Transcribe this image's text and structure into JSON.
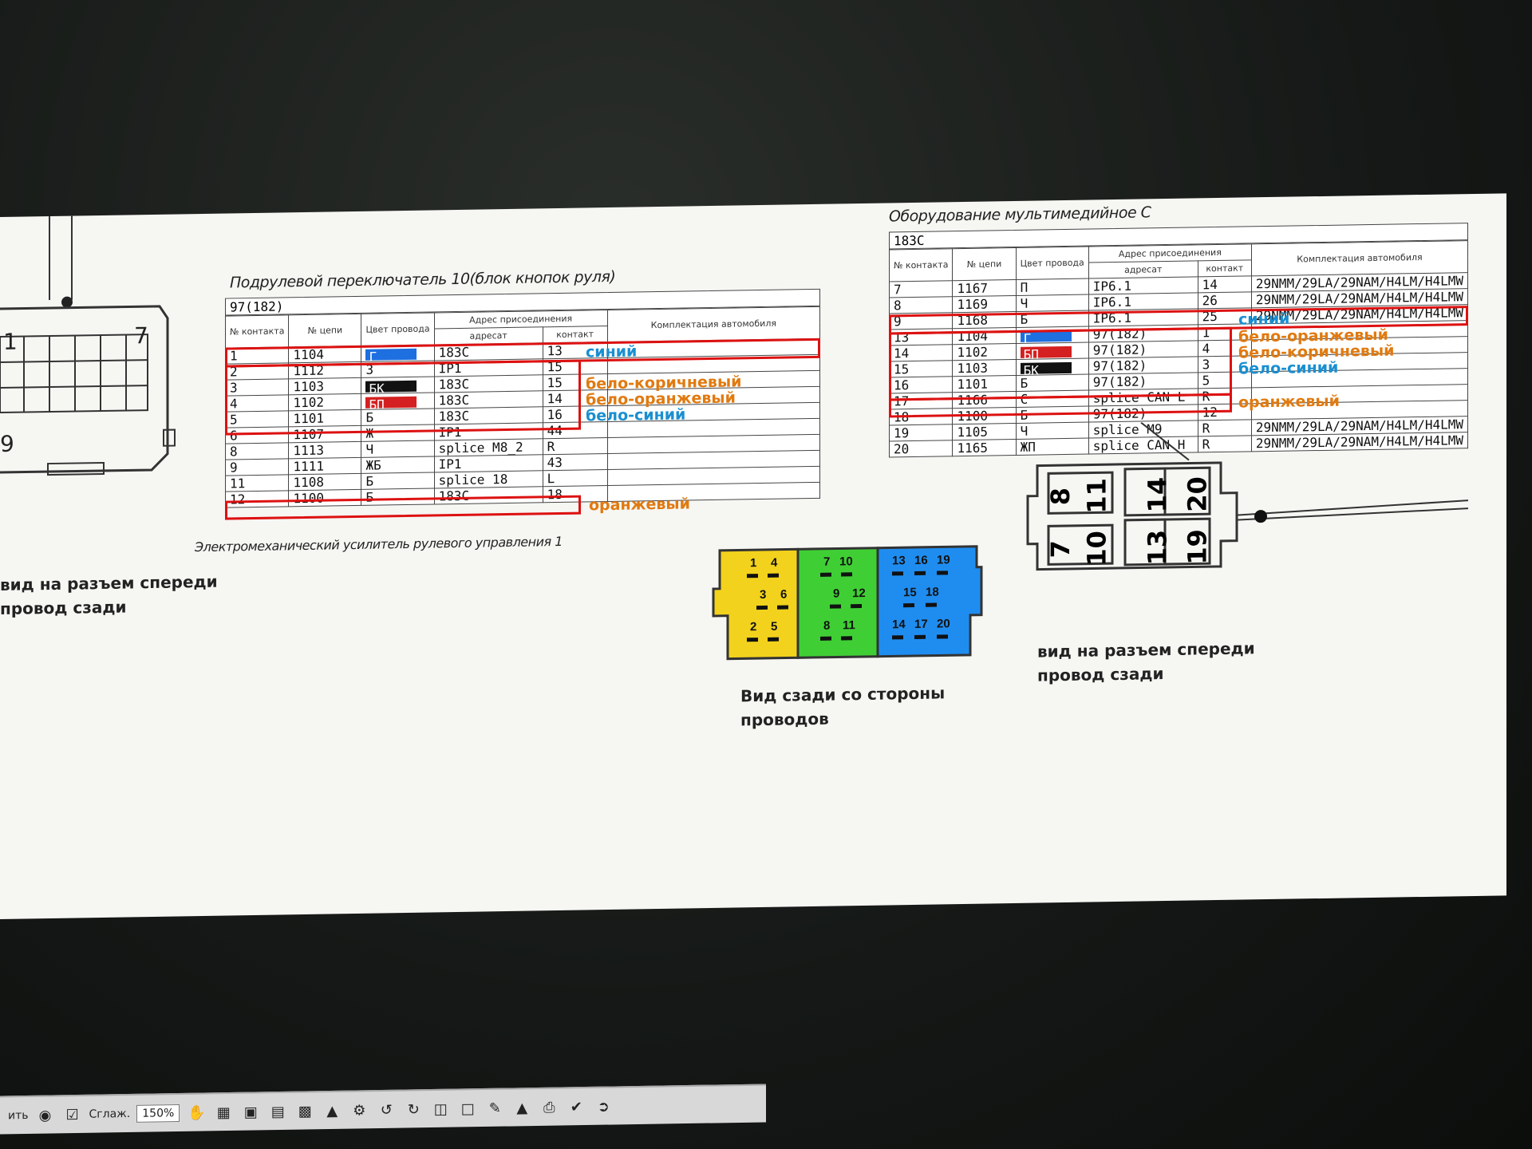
{
  "left_title": "Подрулевой переключатель 10(блок кнопок руля)",
  "left_header": "97(182)",
  "right_title": "Оборудование мультимедийное С",
  "right_header": "183C",
  "columns": {
    "contact": "№ контакта",
    "circuit": "№ цепи",
    "color": "Цвет провода",
    "address": "Адрес присоединения",
    "dest": "адресат",
    "pin": "контакт",
    "config": "Комплектация автомобиля"
  },
  "left_rows": [
    {
      "c": "1",
      "n": "1104",
      "w": "Г",
      "swatch": "#1e6fe0",
      "d": "183C",
      "p": "13"
    },
    {
      "c": "2",
      "n": "1112",
      "w": "З",
      "swatch": "",
      "d": "IP1",
      "p": "15"
    },
    {
      "c": "3",
      "n": "1103",
      "w": "БК",
      "swatch": "#111111",
      "d": "183C",
      "p": "15"
    },
    {
      "c": "4",
      "n": "1102",
      "w": "БП",
      "swatch": "#d42020",
      "d": "183C",
      "p": "14"
    },
    {
      "c": "5",
      "n": "1101",
      "w": "Б",
      "swatch": "",
      "d": "183C",
      "p": "16"
    },
    {
      "c": "6",
      "n": "1107",
      "w": "Ж",
      "swatch": "",
      "d": "IP1",
      "p": "44"
    },
    {
      "c": "8",
      "n": "1113",
      "w": "Ч",
      "swatch": "",
      "d": "splice M8_2",
      "p": "R"
    },
    {
      "c": "9",
      "n": "1111",
      "w": "ЖБ",
      "swatch": "",
      "d": "IP1",
      "p": "43"
    },
    {
      "c": "11",
      "n": "1108",
      "w": "Б",
      "swatch": "",
      "d": "splice 18",
      "p": "L"
    },
    {
      "c": "12",
      "n": "1100",
      "w": "Б",
      "swatch": "",
      "d": "183C",
      "p": "18"
    }
  ],
  "left_notes": [
    {
      "text": "синий",
      "color": "#1a8fd0"
    },
    {
      "text": "бело-коричневый",
      "color": "#e07a10"
    },
    {
      "text": "бело-оранжевый",
      "color": "#e07a10"
    },
    {
      "text": "бело-синий",
      "color": "#1a8fd0"
    },
    {
      "text": "оранжевый",
      "color": "#e07a10"
    }
  ],
  "left_footer": "Электромеханический усилитель рулевого управления 1",
  "right_rows": [
    {
      "c": "7",
      "n": "1167",
      "w": "П",
      "swatch": "",
      "d": "IP6.1",
      "p": "14",
      "k": "29NMM/29LA/29NAM/H4LM/H4LMW"
    },
    {
      "c": "8",
      "n": "1169",
      "w": "Ч",
      "swatch": "",
      "d": "IP6.1",
      "p": "26",
      "k": "29NMM/29LA/29NAM/H4LM/H4LMW"
    },
    {
      "c": "9",
      "n": "1168",
      "w": "Б",
      "swatch": "",
      "d": "IP6.1",
      "p": "25",
      "k": "29NMM/29LA/29NAM/H4LM/H4LMW"
    },
    {
      "c": "13",
      "n": "1104",
      "w": "Г",
      "swatch": "#1e6fe0",
      "d": "97(182)",
      "p": "1",
      "k": ""
    },
    {
      "c": "14",
      "n": "1102",
      "w": "БП",
      "swatch": "#d42020",
      "d": "97(182)",
      "p": "4",
      "k": ""
    },
    {
      "c": "15",
      "n": "1103",
      "w": "БК",
      "swatch": "#111111",
      "d": "97(182)",
      "p": "3",
      "k": ""
    },
    {
      "c": "16",
      "n": "1101",
      "w": "Б",
      "swatch": "",
      "d": "97(182)",
      "p": "5",
      "k": ""
    },
    {
      "c": "17",
      "n": "1166",
      "w": "С",
      "swatch": "",
      "d": "splice CAN L",
      "p": "R",
      "k": ""
    },
    {
      "c": "18",
      "n": "1100",
      "w": "Б",
      "swatch": "",
      "d": "97(182)",
      "p": "12",
      "k": ""
    },
    {
      "c": "19",
      "n": "1105",
      "w": "Ч",
      "swatch": "",
      "d": "splice M9",
      "p": "R",
      "k": "29NMM/29LA/29NAM/H4LM/H4LMW"
    },
    {
      "c": "20",
      "n": "1165",
      "w": "ЖП",
      "swatch": "",
      "d": "splice CAN H",
      "p": "R",
      "k": "29NMM/29LA/29NAM/H4LM/H4LMW"
    }
  ],
  "right_notes": [
    {
      "text": "синий",
      "color": "#1a8fd0"
    },
    {
      "text": "бело-оранжевый",
      "color": "#e07a10"
    },
    {
      "text": "бело-коричневый",
      "color": "#e07a10"
    },
    {
      "text": "бело-синий",
      "color": "#1a8fd0"
    },
    {
      "text": "оранжевый",
      "color": "#e07a10"
    }
  ],
  "label_left": "вид на разъем спереди\nпровод сзади",
  "label_center": "Вид сзади со стороны\nпроводов",
  "label_right": "вид на разъем спереди\nпровод сзади",
  "connector_colors": {
    "yellow": "#f2d21c",
    "green": "#3fcf35",
    "blue": "#1f8df0"
  },
  "connector_pins": {
    "yellow": [
      "1",
      "4",
      "3",
      "6",
      "2",
      "5"
    ],
    "green": [
      "7",
      "10",
      "9",
      "12",
      "8",
      "11"
    ],
    "blue": [
      "13",
      "16",
      "19",
      "15",
      "18",
      "14",
      "17",
      "20"
    ]
  },
  "right_connector_pins": [
    "8",
    "11",
    "7",
    "10",
    "14",
    "20",
    "13",
    "19"
  ],
  "left_connector_pins": [
    "1",
    "7",
    "9"
  ],
  "toolbar": {
    "prefix": "ить",
    "smooth": "Сглаж.",
    "zoom": "150%"
  }
}
